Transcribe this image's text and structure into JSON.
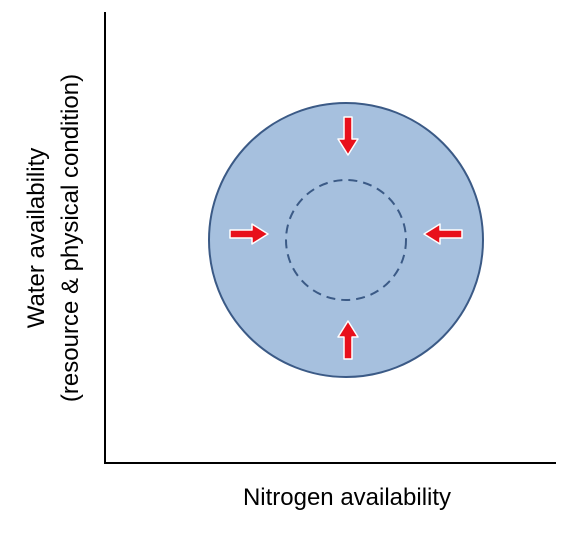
{
  "axes": {
    "x_label": "Nitrogen availability",
    "y_label_line1": "Water availability",
    "y_label_line2": "(resource & physical condition)"
  },
  "colors": {
    "axis": "#000000",
    "outer_circle_fill": "#a6c0de",
    "outer_circle_stroke": "#3b5a86",
    "inner_circle_stroke": "#3b5a86",
    "arrow_fill": "#e8101b",
    "arrow_outline": "#ffffff"
  },
  "arrows": [
    {
      "name": "arrow-from-top",
      "direction": "down"
    },
    {
      "name": "arrow-from-left",
      "direction": "right"
    },
    {
      "name": "arrow-from-right",
      "direction": "left"
    },
    {
      "name": "arrow-from-bottom",
      "direction": "up"
    }
  ]
}
